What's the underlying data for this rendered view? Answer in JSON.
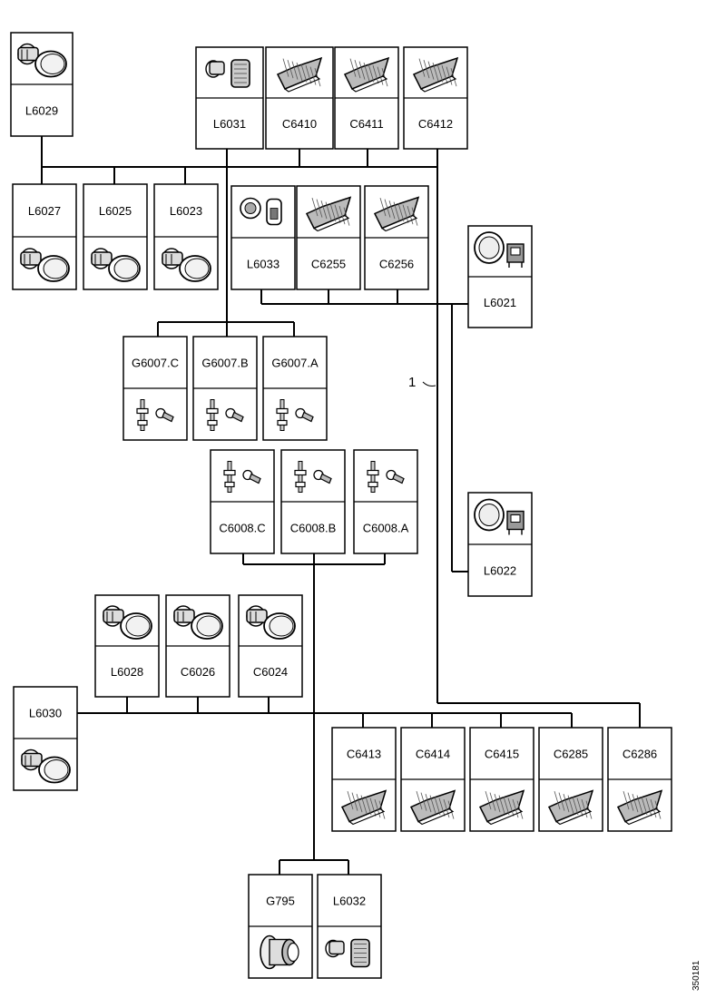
{
  "diagram": {
    "callout": "1",
    "figure_id": "350181",
    "components": [
      {
        "id": "L6029",
        "label": "L6029",
        "icon": "bulb-socket-icon"
      },
      {
        "id": "L6031",
        "label": "L6031",
        "icon": "bulb-holder-connector-icon"
      },
      {
        "id": "C6410",
        "label": "C6410",
        "icon": "flat-connector-icon"
      },
      {
        "id": "C6411",
        "label": "C6411",
        "icon": "flat-connector-icon"
      },
      {
        "id": "C6412",
        "label": "C6412",
        "icon": "flat-connector-icon"
      },
      {
        "id": "L6027",
        "label": "L6027",
        "icon": "bulb-socket-icon"
      },
      {
        "id": "L6025",
        "label": "L6025",
        "icon": "bulb-socket-icon"
      },
      {
        "id": "L6023",
        "label": "L6023",
        "icon": "bulb-socket-icon"
      },
      {
        "id": "L6033",
        "label": "L6033",
        "icon": "lamp-connector-icon"
      },
      {
        "id": "C6255",
        "label": "C6255",
        "icon": "flat-connector-icon"
      },
      {
        "id": "C6256",
        "label": "C6256",
        "icon": "flat-connector-icon"
      },
      {
        "id": "L6021",
        "label": "L6021",
        "icon": "lamp-clip-icon"
      },
      {
        "id": "G6007C",
        "label": "G6007.C",
        "icon": "ground-stud-eyelet-icon"
      },
      {
        "id": "G6007B",
        "label": "G6007.B",
        "icon": "ground-stud-eyelet-icon"
      },
      {
        "id": "G6007A",
        "label": "G6007.A",
        "icon": "ground-stud-eyelet-icon"
      },
      {
        "id": "C6008C",
        "label": "C6008.C",
        "icon": "ground-stud-eyelet-icon"
      },
      {
        "id": "C6008B",
        "label": "C6008.B",
        "icon": "ground-stud-eyelet-icon"
      },
      {
        "id": "C6008A",
        "label": "C6008.A",
        "icon": "ground-stud-eyelet-icon"
      },
      {
        "id": "L6022",
        "label": "L6022",
        "icon": "lamp-clip-icon"
      },
      {
        "id": "L6028",
        "label": "L6028",
        "icon": "bulb-socket-icon"
      },
      {
        "id": "C6026",
        "label": "C6026",
        "icon": "bulb-socket-icon"
      },
      {
        "id": "C6024",
        "label": "C6024",
        "icon": "bulb-socket-icon"
      },
      {
        "id": "L6030",
        "label": "L6030",
        "icon": "bulb-socket-icon"
      },
      {
        "id": "C6413",
        "label": "C6413",
        "icon": "flat-connector-icon"
      },
      {
        "id": "C6414",
        "label": "C6414",
        "icon": "flat-connector-icon"
      },
      {
        "id": "C6415",
        "label": "C6415",
        "icon": "flat-connector-icon"
      },
      {
        "id": "C6285",
        "label": "C6285",
        "icon": "flat-connector-icon"
      },
      {
        "id": "C6286",
        "label": "C6286",
        "icon": "flat-connector-icon"
      },
      {
        "id": "G795",
        "label": "G795",
        "icon": "grommet-icon"
      },
      {
        "id": "L6032",
        "label": "L6032",
        "icon": "bulb-holder-connector-icon"
      }
    ]
  }
}
